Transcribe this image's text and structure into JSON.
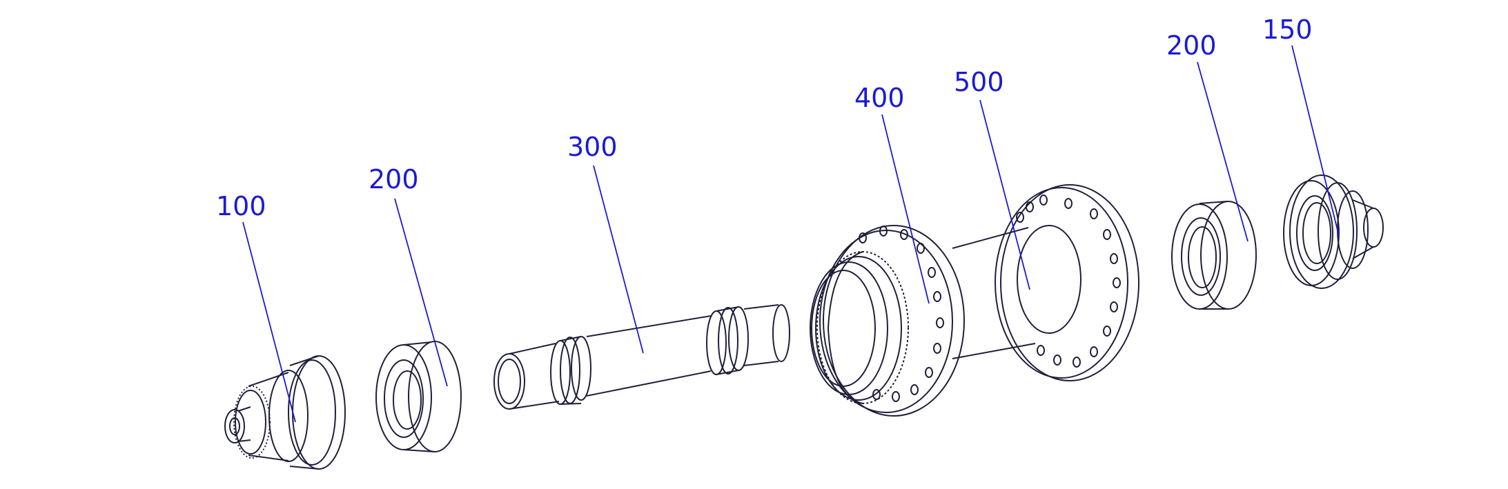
{
  "diagram": {
    "labels": [
      {
        "id": "label-100",
        "text": "100"
      },
      {
        "id": "label-200-left",
        "text": "200"
      },
      {
        "id": "label-300",
        "text": "300"
      },
      {
        "id": "label-400",
        "text": "400"
      },
      {
        "id": "label-500",
        "text": "500"
      },
      {
        "id": "label-200-right",
        "text": "200"
      },
      {
        "id": "label-150",
        "text": "150"
      }
    ],
    "colors": {
      "label": "#1a1ad6",
      "line_art": "#1f1f3a",
      "background": "#ffffff"
    }
  }
}
